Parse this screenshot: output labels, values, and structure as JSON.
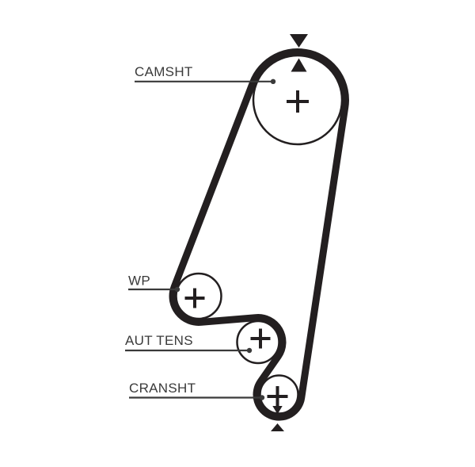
{
  "diagram": {
    "type": "timing-belt-routing",
    "background_color": "#ffffff",
    "ink_color": "#231f20",
    "label_color": "#3a3a3a",
    "pulleys": [
      {
        "id": "camshaft",
        "label": "CAMSHT",
        "center_marker": "cross",
        "timing_marks": [
          "triangle-down-above-belt",
          "triangle-up-inside-pulley"
        ]
      },
      {
        "id": "water-pump",
        "label": "WP",
        "center_marker": "cross",
        "timing_marks": []
      },
      {
        "id": "auto-tensioner",
        "label": "AUT TENS",
        "center_marker": "cross",
        "timing_marks": []
      },
      {
        "id": "crankshaft",
        "label": "CRANSHT",
        "center_marker": "cross",
        "timing_marks": [
          "triangle-down-inside-pulley",
          "triangle-up-below-belt"
        ]
      }
    ],
    "belt": {
      "name": "timing-belt",
      "routing": [
        "camshaft",
        "crankshaft",
        "auto-tensioner",
        "water-pump"
      ]
    }
  }
}
